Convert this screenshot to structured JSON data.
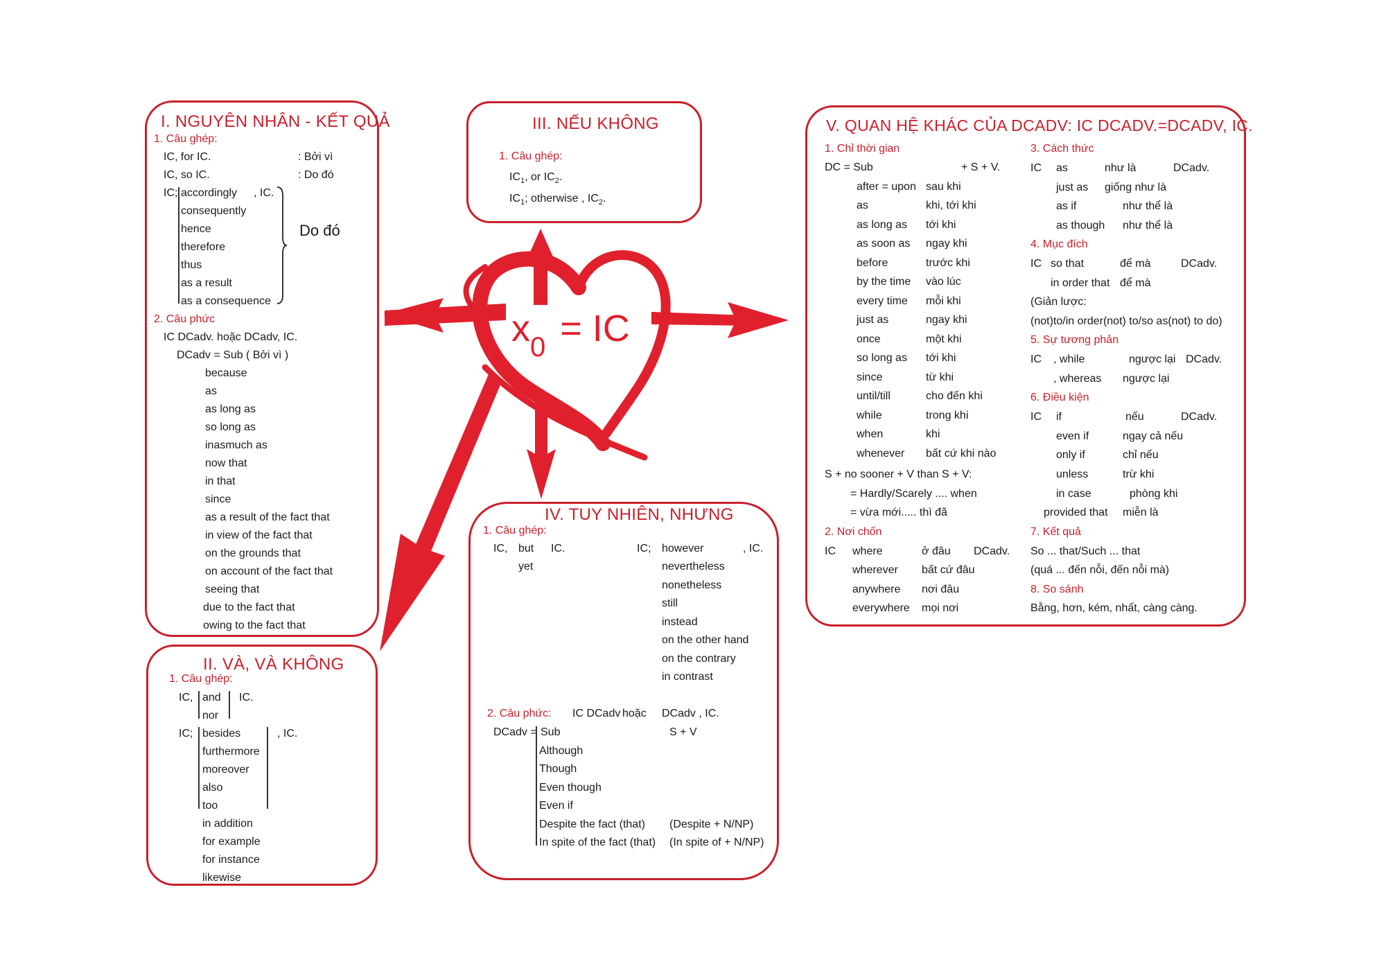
{
  "center": {
    "formula_x": "x",
    "formula_sub": "0",
    "formula_rest": "= IC"
  },
  "s1": {
    "title": "I. NGUYÊN NHÂN - KẾT QUẢ",
    "sub1": "1. Câu ghép:",
    "for_ic": "IC, for IC.",
    "for_meaning": ": Bởi vì",
    "so_ic": "IC, so IC.",
    "so_meaning": ": Do đó",
    "ic_semi": "IC;",
    "ic_end": ", IC.",
    "adverbs": [
      "accordingly",
      "consequently",
      "hence",
      "therefore",
      "thus",
      "as a result",
      "as a consequence"
    ],
    "do_do": "Do đó",
    "sub2": "2. Câu phức",
    "complex_line": "IC DCadv. hoặc DCadv, IC.",
    "dcadv_line": "DCadv = Sub ( Bởi vì )",
    "subs": [
      "because",
      "as",
      "as long as",
      "so long as",
      "inasmuch as",
      "now that",
      "in that",
      "since",
      "as a result of the fact that",
      "in view of the fact that",
      "on the grounds that",
      "on account of the fact that",
      "seeing that",
      "due to the fact that",
      "owing to the fact that"
    ]
  },
  "s2": {
    "title": "II. VÀ, VÀ KHÔNG",
    "sub1": "1. Câu ghép:",
    "ic_comma": "IC,",
    "and_nor": [
      "and",
      "nor"
    ],
    "ic_dot": "IC.",
    "ic_semi": "IC;",
    "ic_end": ", IC.",
    "adverbs": [
      "besides",
      "furthermore",
      "moreover",
      "also",
      "too",
      "in addition",
      "for example",
      "for instance",
      "likewise"
    ]
  },
  "s3": {
    "title": "III. NẾU KHÔNG",
    "sub1": "1. Câu ghép:",
    "l1a": "IC",
    "l1s": "1",
    "l1b": ",  or  IC",
    "l1s2": "2",
    "l1c": ".",
    "l2a": "IC",
    "l2s": "1",
    "l2b": ";  otherwise  , IC",
    "l2s2": "2",
    "l2c": "."
  },
  "s4": {
    "title": "IV. TUY NHIÊN, NHƯNG",
    "sub1": "1. Câu ghép:",
    "ic_comma": "IC,",
    "but": "but",
    "yet": "yet",
    "ic_dot": "IC.",
    "ic_semi": "IC;",
    "ic_end": ", IC.",
    "adverbs": [
      "however",
      "nevertheless",
      "nonetheless",
      "still",
      "instead",
      "on the other hand",
      "on the contrary",
      "in contrast"
    ],
    "sub2": "2. Câu phức:",
    "complex_a": "IC DCadv",
    "complex_b": "hoặc",
    "complex_c": "DCadv , IC.",
    "dcadv": "DCadv =",
    "sub_word": "Sub",
    "sv": "S + V",
    "subs": [
      "Although",
      "Though",
      "Even though",
      "Even if",
      "Despite the fact (that)",
      "In spite of the fact (that)"
    ],
    "despite_np": "(Despite + N/NP)",
    "inspite_np": "(In spite of  + N/NP)"
  },
  "s5": {
    "title": "V. QUAN HỆ KHÁC CỦA DCADV: IC DCADV.=DCADV, IC.",
    "c1": "1. Chỉ thời gian",
    "dc_sub": "DC =  Sub",
    "sv": "+ S + V.",
    "time": [
      [
        "after = upon",
        "sau khi"
      ],
      [
        "as",
        "khi, tới khi"
      ],
      [
        "as long as",
        "tới khi"
      ],
      [
        "as soon as",
        "ngay khi"
      ],
      [
        "before",
        "trước khi"
      ],
      [
        "by the time",
        "vào lúc"
      ],
      [
        "every time",
        "mỗi khi"
      ],
      [
        "just as",
        "ngay khi"
      ],
      [
        "once",
        "một khi"
      ],
      [
        "so long as",
        "tới khi"
      ],
      [
        "since",
        "từ khi"
      ],
      [
        "until/till",
        "cho đến khi"
      ],
      [
        "while",
        "trong khi"
      ],
      [
        "when",
        "khi"
      ],
      [
        "whenever",
        "bất cứ khi nào"
      ]
    ],
    "nosooner": "S + no sooner + V than S + V:",
    "hardly": "= Hardly/Scarely .... when",
    "vuamoi": "= vừa mới..... thì đã",
    "c2": "2. Nơi chốn",
    "place": [
      [
        "where",
        "ở đâu"
      ],
      [
        "wherever",
        "bất cứ đâu"
      ],
      [
        "anywhere",
        "nơi đâu"
      ],
      [
        "everywhere",
        "mọi nơi"
      ]
    ],
    "ic": "IC",
    "dcadv": "DCadv.",
    "c3": "3. Cách thức",
    "manner": [
      [
        "as",
        "như là"
      ],
      [
        "just as",
        "giống như là"
      ],
      [
        "as if",
        "như thể là"
      ],
      [
        "as though",
        "như thể là"
      ]
    ],
    "c4": "4. Mục đích",
    "purpose": [
      [
        "so that",
        "để mà"
      ],
      [
        "in order that",
        "để mà"
      ]
    ],
    "gianluoc": "(Giản lược:",
    "notto": "(not)to/in order(not) to/so as(not) to do)",
    "c5": "5. Sự tương phản",
    "contrast": [
      [
        ", while",
        "ngược lại"
      ],
      [
        ", whereas",
        "ngược lại"
      ]
    ],
    "c6": "6. Điều kiện",
    "cond": [
      [
        "if",
        "nếu"
      ],
      [
        "even if",
        "ngay cả nếu"
      ],
      [
        "only if",
        "chỉ nếu"
      ],
      [
        "unless",
        "trừ khi"
      ],
      [
        "in case",
        "phòng khi"
      ],
      [
        "provided that",
        "miễn là"
      ]
    ],
    "c7": "7. Kết quả",
    "result1": "So ... that/Such ... that",
    "result2": "(quá ... đến nỗi, đến nỗi mà)",
    "c8": "8. So sánh",
    "compare": "Bằng, hơn, kém, nhất, càng càng."
  }
}
